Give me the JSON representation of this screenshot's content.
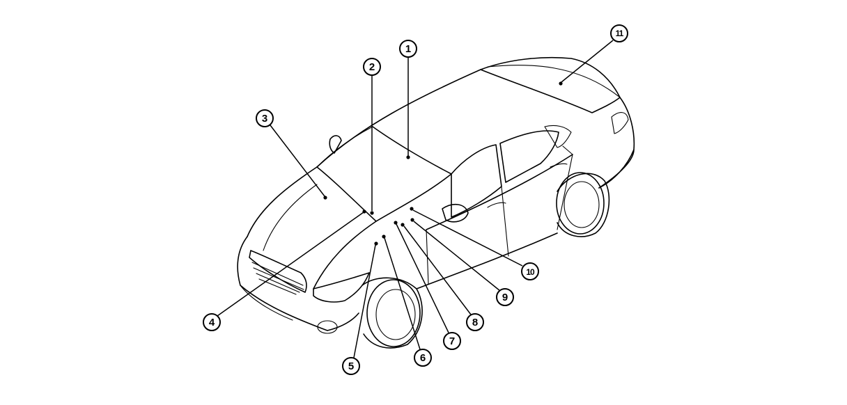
{
  "diagram": {
    "subject": "car-outline",
    "callouts": [
      {
        "id": "1",
        "label": "1"
      },
      {
        "id": "2",
        "label": "2"
      },
      {
        "id": "3",
        "label": "3"
      },
      {
        "id": "4",
        "label": "4"
      },
      {
        "id": "5",
        "label": "5"
      },
      {
        "id": "6",
        "label": "6"
      },
      {
        "id": "7",
        "label": "7"
      },
      {
        "id": "8",
        "label": "8"
      },
      {
        "id": "9",
        "label": "9"
      },
      {
        "id": "10",
        "label": "10"
      },
      {
        "id": "11",
        "label": "11"
      }
    ]
  }
}
